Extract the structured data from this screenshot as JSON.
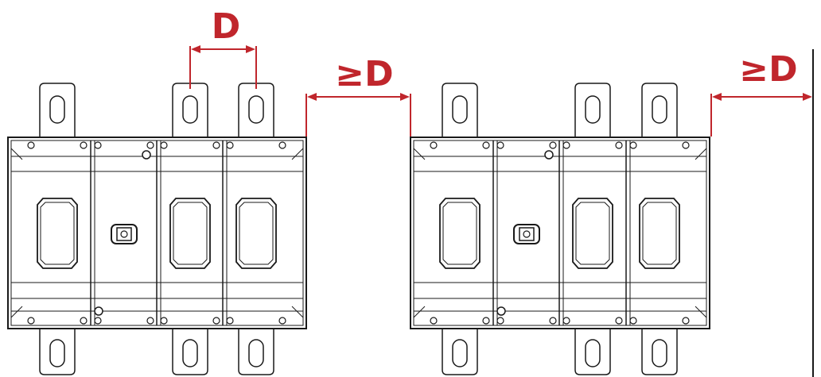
{
  "dimensions": {
    "pole_spacing_label": "D",
    "clearance_between_label": "≥D",
    "clearance_wall_label": "≥D"
  },
  "colors": {
    "dimension": "#c0262c",
    "outline": "#1a1a1a",
    "background": "#ffffff"
  },
  "switches": [
    {
      "name": "switch-left",
      "poles": 4,
      "mechanism_pole": 2
    },
    {
      "name": "switch-right",
      "poles": 4,
      "mechanism_pole": 2
    }
  ],
  "wall": {
    "present": true
  }
}
